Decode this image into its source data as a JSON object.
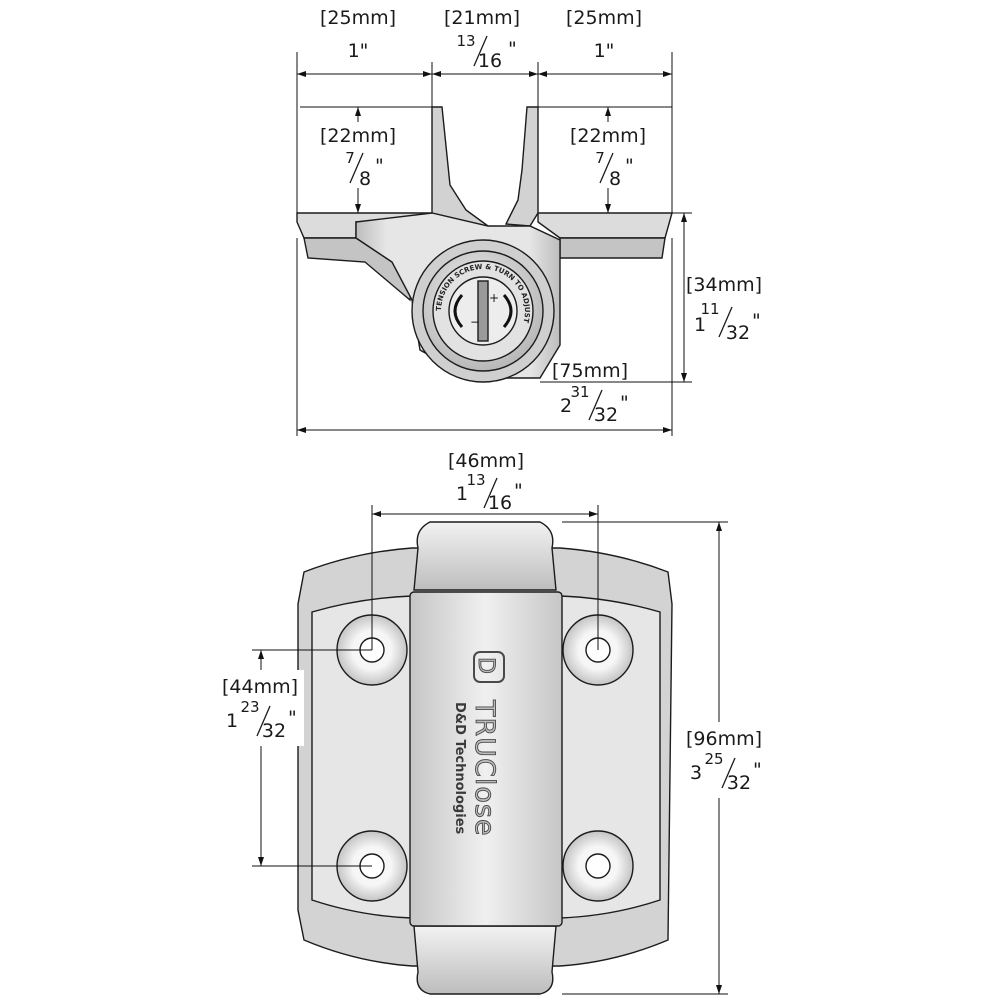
{
  "diagram": {
    "colors": {
      "body_light": "#ececec",
      "body_mid": "#d6d6d6",
      "body_dark": "#9a9a9a",
      "outline": "#1c1c1c",
      "dimension_line": "#111111"
    },
    "top_view": {
      "flange_left_width": {
        "mm": "[25mm]",
        "inch": "1\""
      },
      "center_width": {
        "mm": "[21mm]",
        "whole": "",
        "num": "13",
        "den": "16",
        "unit": "\""
      },
      "flange_right_width": {
        "mm": "[25mm]",
        "inch": "1\""
      },
      "left_flange_height": {
        "mm": "[22mm]",
        "num": "7",
        "den": "8",
        "unit": "\""
      },
      "right_flange_height": {
        "mm": "[22mm]",
        "num": "7",
        "den": "8",
        "unit": "\""
      },
      "depth": {
        "mm": "[34mm]",
        "whole": "1",
        "num": "11",
        "den": "32",
        "unit": "\""
      },
      "overall_width": {
        "mm": "[75mm]",
        "whole": "2",
        "num": "31",
        "den": "32",
        "unit": "\""
      },
      "knob_text": "TENSION SCREW & TURN TO ADJUST"
    },
    "front_view": {
      "hole_spacing_horizontal": {
        "mm": "[46mm]",
        "whole": "1",
        "num": "13",
        "den": "16",
        "unit": "\""
      },
      "hole_spacing_vertical": {
        "mm": "[44mm]",
        "whole": "1",
        "num": "23",
        "den": "32",
        "unit": "\""
      },
      "overall_height": {
        "mm": "[96mm]",
        "whole": "3",
        "num": "25",
        "den": "32",
        "unit": "\""
      },
      "logo_mark": "D",
      "brand_name": "TRUClose",
      "brand_company": "D&D Technologies"
    }
  }
}
